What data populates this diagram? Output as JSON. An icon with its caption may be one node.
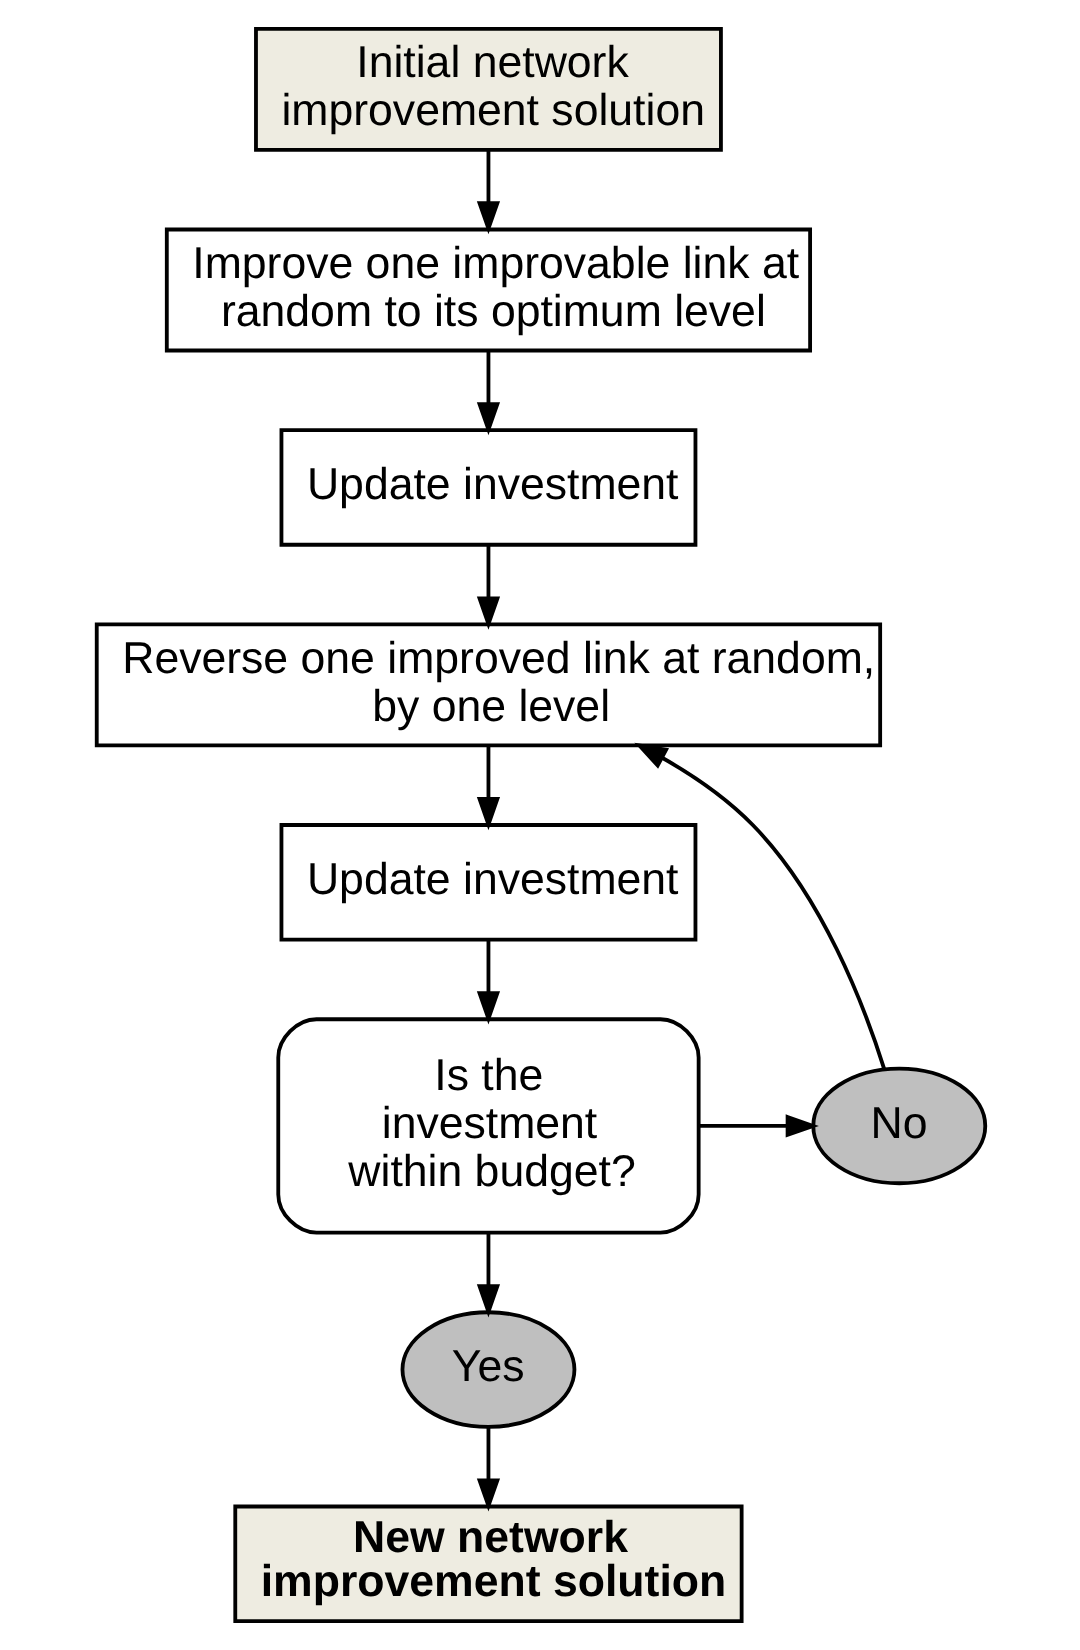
{
  "diagram": {
    "nodes": [
      {
        "text": [
          "Initial network improvement solution"
        ]
      },
      {
        "text": [
          "Improve one improvable link at random to its optimum level"
        ]
      },
      {
        "text": [
          "Update investment"
        ]
      },
      {
        "text": [
          "Reverse one improved link at random, by one level"
        ]
      },
      {
        "text": [
          "Update investment"
        ]
      },
      {
        "text": [
          "Is the investment within budget?"
        ]
      },
      {
        "text": [
          "No"
        ]
      },
      {
        "text": [
          "Yes"
        ]
      },
      {
        "text": [
          "New network improvement solution"
        ]
      }
    ],
    "edges": [
      {
        "from": 0,
        "to": 1,
        "arrow": "to"
      },
      {
        "from": 1,
        "to": 2,
        "arrow": "to"
      },
      {
        "from": 2,
        "to": 3,
        "arrow": "to"
      },
      {
        "from": 3,
        "to": 4,
        "arrow": "to"
      },
      {
        "from": 4,
        "to": 5,
        "arrow": "to"
      },
      {
        "from": 5,
        "to": 6,
        "arrow": "to"
      },
      {
        "from": 6,
        "to": 3,
        "arrow": "to"
      },
      {
        "from": 5,
        "to": 7,
        "arrow": "to"
      },
      {
        "from": 7,
        "to": 8,
        "arrow": "to"
      }
    ]
  }
}
